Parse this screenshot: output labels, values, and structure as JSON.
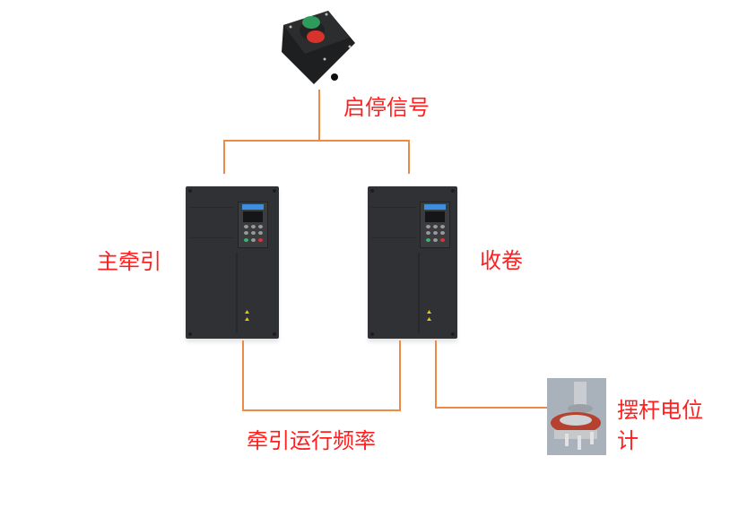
{
  "labels": {
    "start_stop_signal": "启停信号",
    "main_traction": "主牵引",
    "winding": "收卷",
    "traction_frequency": "牵引运行频率",
    "dancer_potentiometer": "摆杆电位计"
  },
  "colors": {
    "wire": "#ee8a45",
    "text": "#ff1f1f"
  }
}
